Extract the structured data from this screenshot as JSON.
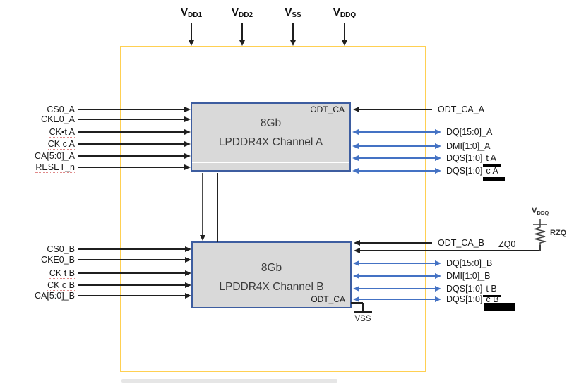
{
  "power_pins": [
    {
      "base": "V",
      "sub": "DD1"
    },
    {
      "base": "V",
      "sub": "DD2"
    },
    {
      "base": "V",
      "sub": "SS"
    },
    {
      "base": "V",
      "sub": "DDQ"
    }
  ],
  "channel_a": {
    "size": "8Gb",
    "name": "LPDDR4X Channel A",
    "corner_port": "ODT_CA",
    "odt_input": "ODT_CA_A",
    "left_signals": [
      {
        "text": "CS0_A"
      },
      {
        "text": "CKE0_A"
      },
      {
        "text": "CK▪t A",
        "spellcheck": true
      },
      {
        "text": "CK c A",
        "spellcheck": true
      },
      {
        "text": "CA[5:0]_A"
      },
      {
        "text": "RESET_n",
        "spellcheck": true
      }
    ],
    "right_signals": [
      {
        "text": "DQ[15:0]_A"
      },
      {
        "text": "DMI[1:0]_A"
      },
      {
        "text": "DQS[1:0]",
        "tail": "t A",
        "tail_style": "underline-4"
      },
      {
        "text": "DQS[1:0]",
        "tail": "c A",
        "tail_style": "underline-7"
      }
    ]
  },
  "channel_b": {
    "size": "8Gb",
    "name": "LPDDR4X Channel B",
    "corner_port": "ODT_CA",
    "odt_input": "ODT_CA_B",
    "left_signals": [
      {
        "text": "CS0_B"
      },
      {
        "text": "CKE0_B"
      },
      {
        "text": "CK t B",
        "spellcheck": true
      },
      {
        "text": "CK c B",
        "spellcheck": true
      },
      {
        "text": "CA[5:0]_B"
      }
    ],
    "right_signals": [
      {
        "text": "DQ[15:0]_B"
      },
      {
        "text": "DMI[1:0]_B"
      },
      {
        "text": "DQS[1:0]",
        "tail": "t B",
        "tail_style": "underline-3"
      },
      {
        "text": "DQS[1:0]",
        "tail": "c B",
        "tail_style": "black-bar"
      }
    ]
  },
  "zq": {
    "pin_label": "ZQ0",
    "resistor_label": "RZQ",
    "pullup_rail": {
      "base": "V",
      "sub": "DDQ"
    }
  },
  "ground_label": "VSS",
  "colors": {
    "accent_blue": "#4472C4",
    "block_fill": "#D9D9D9",
    "block_border": "#3D5DA0",
    "package_border": "#FFD052"
  }
}
